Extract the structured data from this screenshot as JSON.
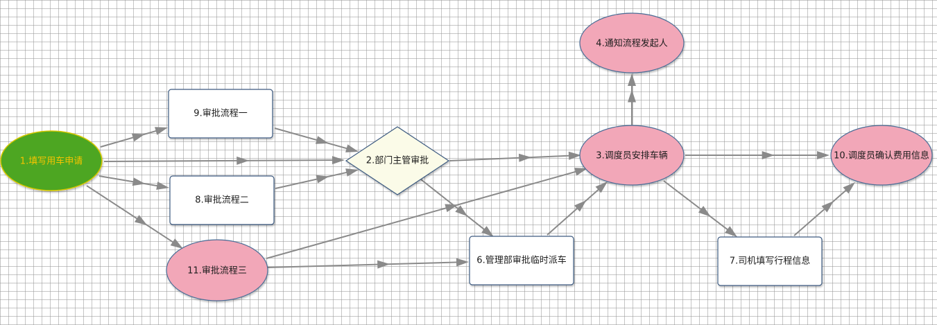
{
  "colors": {
    "grid": "#9a9a9a",
    "edge": "#8a8a8a",
    "box_stroke": "#3c5a80",
    "box_fill": "#ffffff",
    "ellipse_pink_fill": "#f2a7b8",
    "ellipse_pink_stroke": "#4a6d96",
    "start_fill": "#4ea623",
    "start_stroke": "#d7c800",
    "start_text": "#f5c400",
    "diamond_fill": "#fbfbe8",
    "diamond_stroke": "#3c5a80",
    "text": "#1b1b1b"
  },
  "nodes": {
    "n1": {
      "label": "1.填写用车申请",
      "shape": "ellipse-start"
    },
    "n2": {
      "label": "2.部门主管审批",
      "shape": "diamond"
    },
    "n3": {
      "label": "3.调度员安排车辆",
      "shape": "ellipse"
    },
    "n4": {
      "label": "4.通知流程发起人",
      "shape": "ellipse"
    },
    "n6": {
      "label": "6.管理部审批临时派车",
      "shape": "box"
    },
    "n7": {
      "label": "7.司机填写行程信息",
      "shape": "box"
    },
    "n8": {
      "label": "8.审批流程二",
      "shape": "box"
    },
    "n9": {
      "label": "9.审批流程一",
      "shape": "box"
    },
    "n10": {
      "label": "10.调度员确认费用信息",
      "shape": "ellipse"
    },
    "n11": {
      "label": "11.审批流程三",
      "shape": "ellipse"
    }
  },
  "edges": [
    {
      "from": "n1",
      "to": "n9"
    },
    {
      "from": "n1",
      "to": "n2"
    },
    {
      "from": "n1",
      "to": "n8"
    },
    {
      "from": "n1",
      "to": "n11"
    },
    {
      "from": "n9",
      "to": "n2"
    },
    {
      "from": "n8",
      "to": "n2"
    },
    {
      "from": "n2",
      "to": "n3"
    },
    {
      "from": "n2",
      "to": "n6"
    },
    {
      "from": "n11",
      "to": "n3"
    },
    {
      "from": "n11",
      "to": "n6"
    },
    {
      "from": "n6",
      "to": "n3"
    },
    {
      "from": "n3",
      "to": "n4"
    },
    {
      "from": "n3",
      "to": "n10"
    },
    {
      "from": "n3",
      "to": "n7"
    },
    {
      "from": "n7",
      "to": "n10"
    }
  ]
}
